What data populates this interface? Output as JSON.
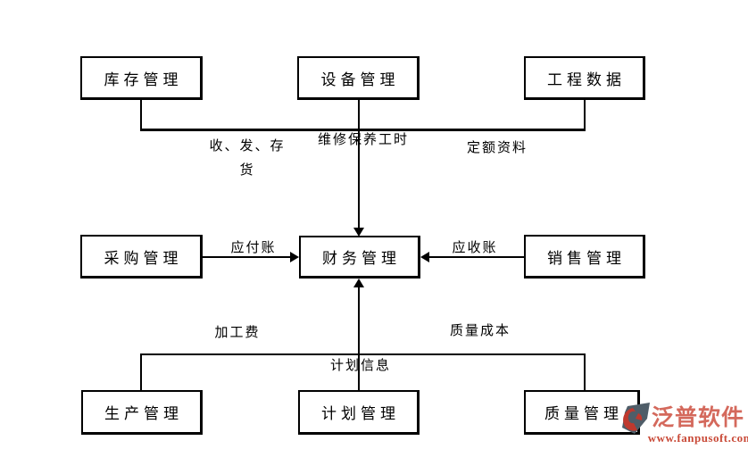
{
  "diagram": {
    "title_hint": "ERP module relationship flowchart centered on finance",
    "nodes": {
      "inventory": "库存管理",
      "equipment": "设备管理",
      "engineering": "工程数据",
      "purchase": "采购管理",
      "finance": "财务管理",
      "sales": "销售管理",
      "production": "生产管理",
      "planning": "计划管理",
      "quality": "质量管理"
    },
    "edge_labels": {
      "inventory_line1": "收、发、存",
      "inventory_line2": "货",
      "equipment": "维修保养工时",
      "engineering": "定额资料",
      "purchase": "应付账",
      "sales": "应收账",
      "production": "加工费",
      "quality": "质量成本",
      "planning": "计划信息"
    }
  },
  "watermark": {
    "brand": "泛普软件",
    "url": "www.fanpusoft.com",
    "brand_color": "#d4695c",
    "url_color": "#c94a38",
    "icon_dark": "#4f5d68",
    "icon_red": "#bf392e"
  }
}
